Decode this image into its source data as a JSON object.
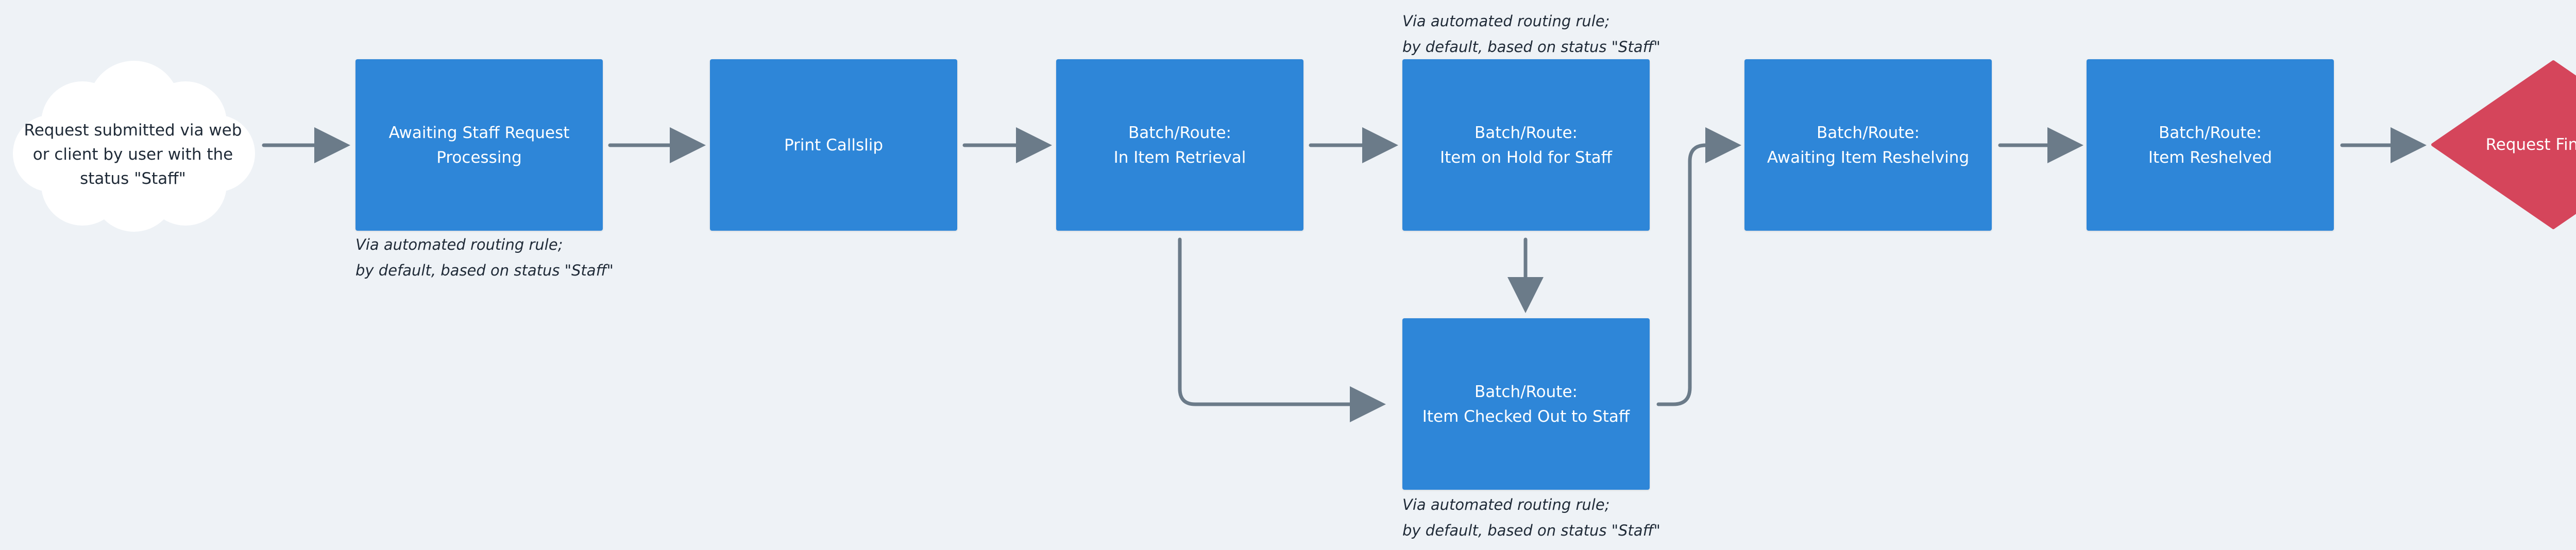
{
  "diagram": {
    "start": {
      "label": "Request submitted via web\nor client by user with the\nstatus \"Staff\""
    },
    "steps": [
      {
        "id": "awaiting-staff-request",
        "label": "Awaiting Staff Request\nProcessing"
      },
      {
        "id": "print-callslip",
        "label": "Print Callslip"
      },
      {
        "id": "in-item-retrieval",
        "label": "Batch/Route:\nIn Item Retrieval"
      },
      {
        "id": "item-on-hold-for-staff",
        "label": "Batch/Route:\nItem on Hold for Staff"
      },
      {
        "id": "item-checked-out-to-staff",
        "label": "Batch/Route:\nItem Checked Out to Staff"
      },
      {
        "id": "awaiting-item-reshelving",
        "label": "Batch/Route:\nAwaiting Item Reshelving"
      },
      {
        "id": "item-reshelved",
        "label": "Batch/Route:\nItem Reshelved"
      }
    ],
    "end": {
      "label": "Request Finished"
    },
    "notes": {
      "awaiting_line1": "Via automated routing rule;",
      "awaiting_line2": "by default, based on status \"Staff\"",
      "hold_line1": "Via automated routing rule;",
      "hold_line2": "by default, based on status \"Staff\"",
      "checkedout_line1": "Via automated routing rule;",
      "checkedout_line2": "by default, based on status \"Staff\""
    },
    "colors": {
      "background": "#eef2f6",
      "process_box": "#2e86d8",
      "end_diamond": "#d5455b",
      "connector": "#6b7b89",
      "cloud_fill": "#ffffff"
    }
  }
}
